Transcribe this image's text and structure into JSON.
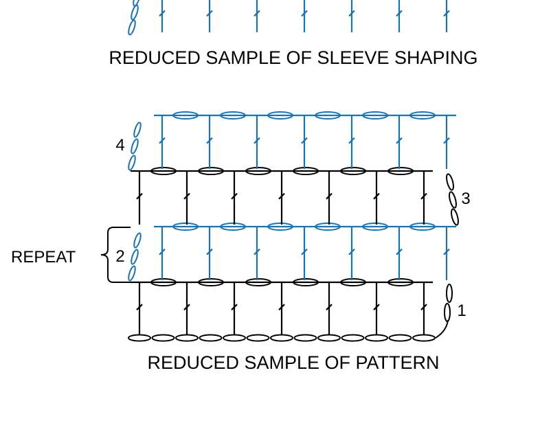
{
  "colors": {
    "blue": "#1a72b0",
    "black": "#000000",
    "background": "#ffffff"
  },
  "captions": {
    "sleeve": "REDUCED SAMPLE OF SLEEVE SHAPING",
    "pattern": "REDUCED SAMPLE OF PATTERN"
  },
  "row_labels": {
    "row1": "1",
    "row2": "2",
    "row3": "3",
    "row4": "4"
  },
  "repeat_label": "REPEAT"
}
